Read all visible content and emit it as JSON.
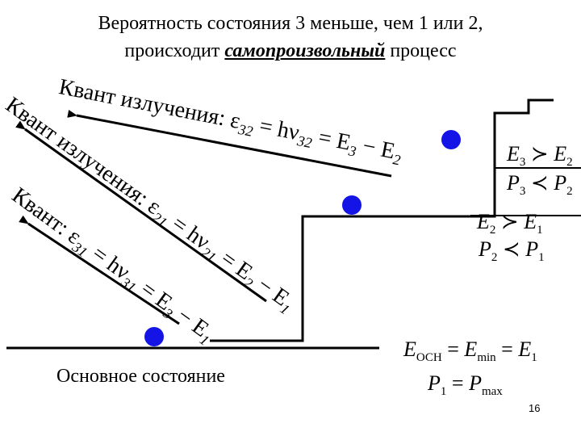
{
  "title": {
    "line1": "Вероятность состояния 3 меньше, чем 1 или 2,",
    "line2_prefix": "происходит ",
    "line2_emph": "самопроизвольный",
    "line2_suffix": " процесс"
  },
  "transitions": {
    "t32": {
      "label": "Квант излучения: ε",
      "sub1": "32",
      "eq1": " = hν",
      "sub2": "32",
      "eq2": " = E",
      "sub3": "3",
      "eq3": " − E",
      "sub4": "2"
    },
    "t21": {
      "label": "Квант излучения: ε",
      "sub1": "21",
      "eq1": " = hν",
      "sub2": "21",
      "eq2": " = E",
      "sub3": "2",
      "eq3": " − E",
      "sub4": "1"
    },
    "t31": {
      "label": "Квант: ε",
      "sub1": "31",
      "eq1": " = hν",
      "sub2": "31",
      "eq2": " = E",
      "sub3": "3",
      "eq3": " − E",
      "sub4": "1"
    }
  },
  "ground_label": "Основное состояние",
  "relations": {
    "r3_energy": {
      "a": "E",
      "asub": "3",
      "op": " ≻ ",
      "b": "E",
      "bsub": "2"
    },
    "r3_prob": {
      "a": "P",
      "asub": "3",
      "op": " ≺ ",
      "b": "P",
      "bsub": "2"
    },
    "r2_energy": {
      "a": "E",
      "asub": "2",
      "op": " ≻ ",
      "b": "E",
      "bsub": "1"
    },
    "r2_prob": {
      "a": "P",
      "asub": "2",
      "op": " ≺ ",
      "b": "P",
      "bsub": "1"
    },
    "r1_energy": {
      "a": "E",
      "asub": "ОСН",
      "op1": " = ",
      "b": "E",
      "bsub": "min",
      "op2": " = ",
      "c": "E",
      "csub": "1"
    },
    "r1_prob": {
      "a": "P",
      "asub": "1",
      "op": " = ",
      "b": "P",
      "bsub": "max"
    }
  },
  "page_number": "16",
  "colors": {
    "electron": "#1414e6",
    "line": "#000000"
  }
}
